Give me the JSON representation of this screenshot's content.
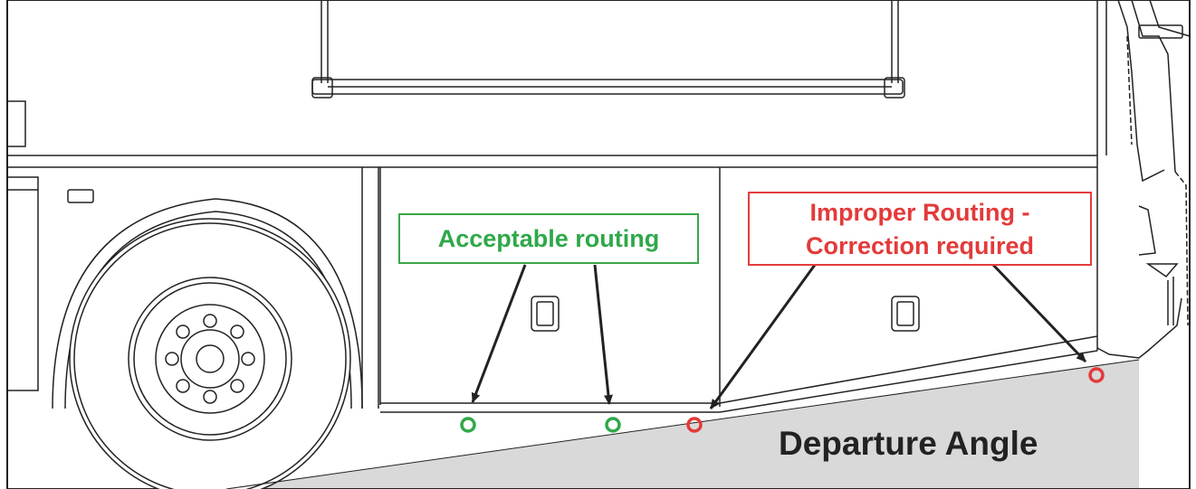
{
  "labels": {
    "acceptable": "Acceptable routing",
    "improper_line1": "Improper Routing -",
    "improper_line2": "Correction required",
    "departure_angle": "Departure Angle"
  },
  "colors": {
    "acceptable": "#2fa84a",
    "improper": "#e33a3a",
    "angle_fill": "#d9d9d9",
    "line": "#222222"
  }
}
